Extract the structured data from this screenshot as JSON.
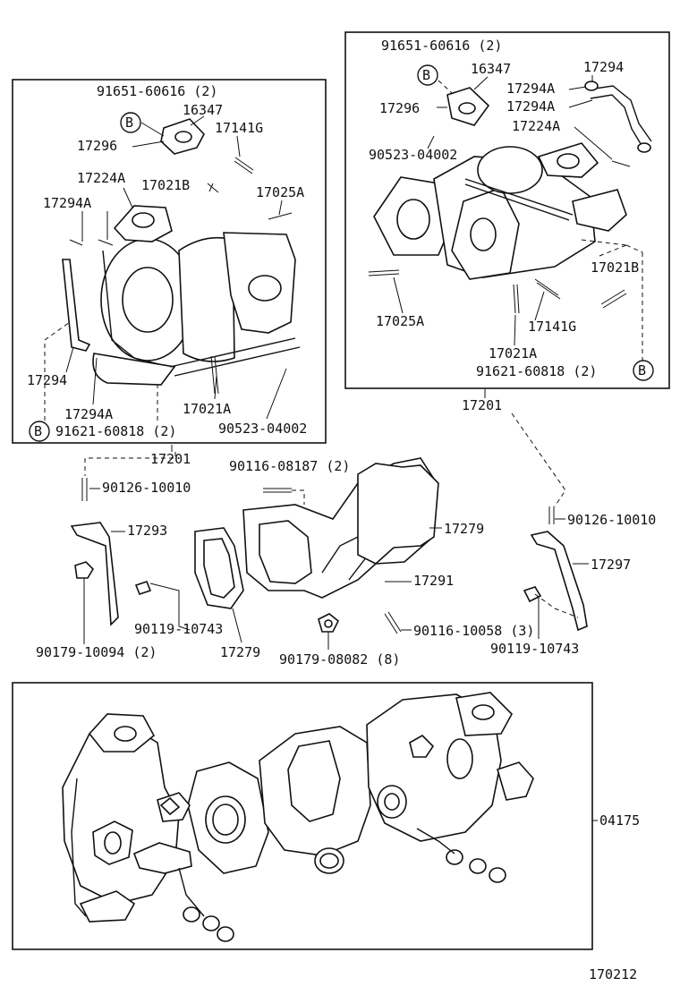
{
  "labels": {
    "left_box": {
      "p1": "91651-60616 (2)",
      "p2": "16347",
      "p3": "17296",
      "p4": "17141G",
      "p5": "17224A",
      "p6": "17021B",
      "p7": "17294A",
      "p8": "17025A",
      "p9": "17294",
      "p10": "17294A",
      "p11": "17021A",
      "p12": "91621-60818 (2)",
      "p13": "90523-04002",
      "b1": "B",
      "b2": "B"
    },
    "left_assy": "17201",
    "right_box": {
      "p1": "91651-60616 (2)",
      "p2": "16347",
      "p3": "17294",
      "p4": "17294A",
      "p5": "17294A",
      "p6": "17296",
      "p7": "17224A",
      "p8": "90523-04002",
      "p9": "17021B",
      "p10": "17025A",
      "p11": "17141G",
      "p12": "17021A",
      "p13": "91621-60818 (2)",
      "b1": "B",
      "b2": "B"
    },
    "right_assy": "17201",
    "middle": {
      "m1": "90126-10010",
      "m2": "90116-08187 (2)",
      "m3": "17293",
      "m4": "17279",
      "m5": "17291",
      "m6": "90119-10743",
      "m7": "90179-10094 (2)",
      "m8": "17279",
      "m9": "90179-08082 (8)",
      "m10": "90116-10058 (3)",
      "m11": "90126-10010",
      "m12": "17297",
      "m13": "90119-10743"
    },
    "bottom_kit": "04175",
    "figure_number": "170212"
  }
}
